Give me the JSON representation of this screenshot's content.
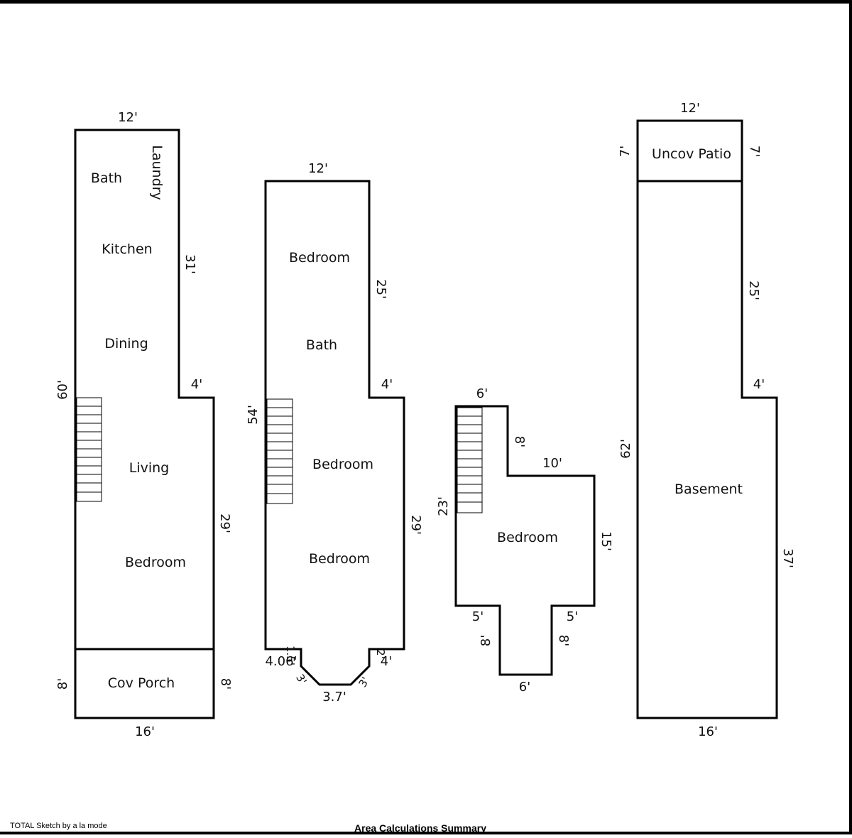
{
  "footer": {
    "software": "TOTAL Sketch by a la mode",
    "summary_title": "Area Calculations Summary"
  },
  "plans": {
    "first_floor": {
      "rooms": [
        "Bath",
        "Laundry",
        "Kitchen",
        "Dining",
        "Living",
        "Bedroom",
        "Cov Porch"
      ],
      "dims": {
        "top": "12'",
        "right_upper": "31'",
        "step": "4'",
        "left": "60'",
        "right_lower": "29'",
        "porch_left": "8'",
        "porch_right": "8'",
        "bottom": "16'"
      }
    },
    "second_floor": {
      "rooms": [
        "Bedroom",
        "Bath",
        "Bedroom",
        "Bedroom"
      ],
      "dims": {
        "top": "12'",
        "right_upper": "25'",
        "step": "4'",
        "left": "54'",
        "right_lower": "29'",
        "bay_left": "4.06'",
        "bay_left_small": "1.5'",
        "bay_left_diag": "3'",
        "bay_bottom": "3.7'",
        "bay_right_diag": "3'",
        "bay_right_small": "2'",
        "bay_right": "4'"
      }
    },
    "third_floor": {
      "rooms": [
        "Bedroom"
      ],
      "dims": {
        "top": "6'",
        "right_upper": "8'",
        "step": "10'",
        "left": "23'",
        "right": "15'",
        "notch_left": "5'",
        "notch_right": "5'",
        "ext_left": "8'",
        "ext_right": "8'",
        "bottom": "6'"
      }
    },
    "basement": {
      "rooms": [
        "Uncov Patio",
        "Basement"
      ],
      "dims": {
        "top": "12'",
        "patio_left": "7'",
        "patio_right": "7'",
        "right_upper": "25'",
        "step": "4'",
        "left": "62'",
        "right_lower": "37'",
        "bottom": "16'"
      }
    }
  }
}
